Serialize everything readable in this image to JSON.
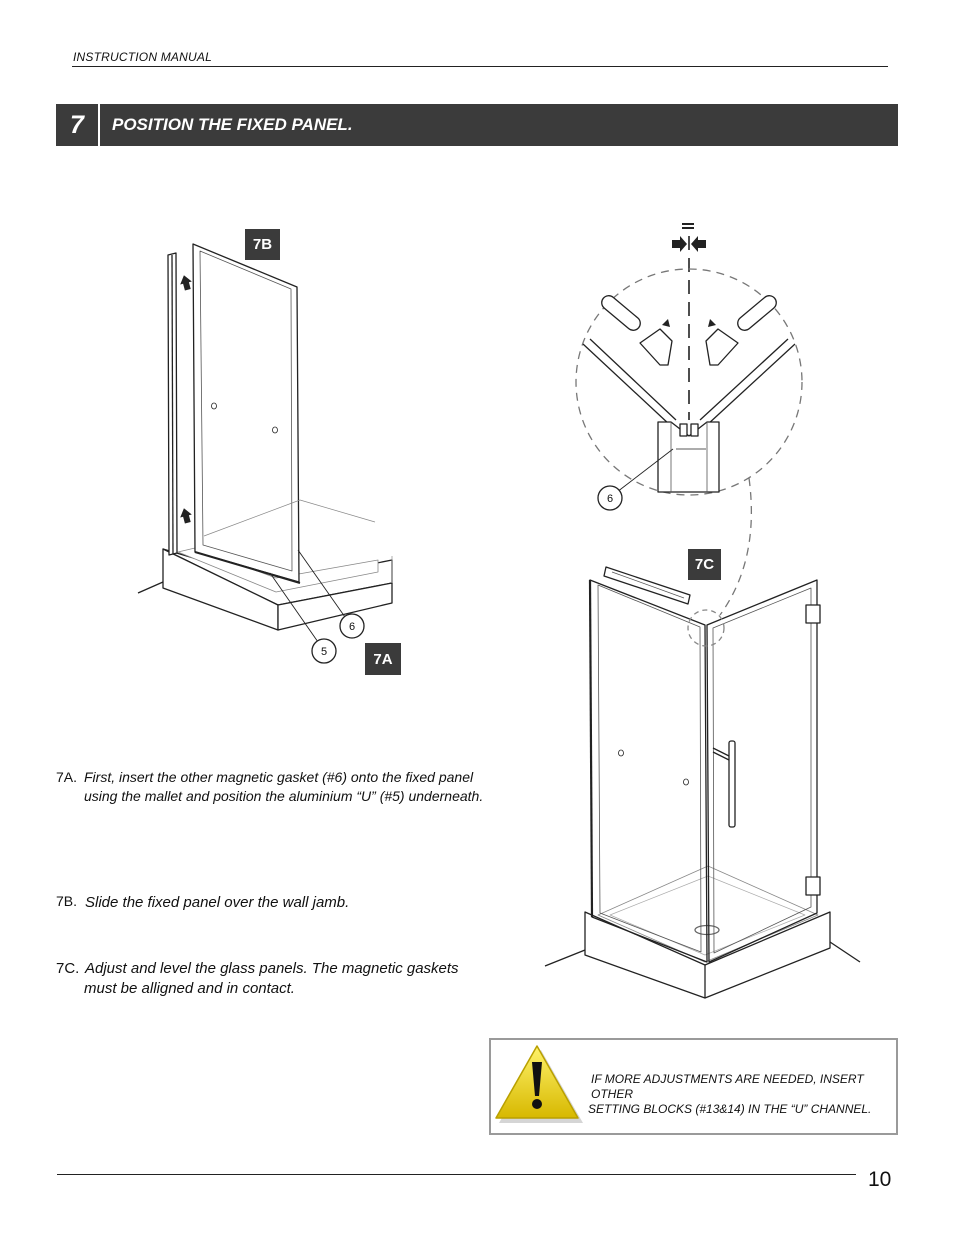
{
  "header": {
    "label": "INSTRUCTION MANUAL"
  },
  "step": {
    "number": "7",
    "title": "POSITION THE FIXED PANEL."
  },
  "badges": {
    "b7a": "7A",
    "b7b": "7B",
    "b7c": "7C"
  },
  "callouts": {
    "part6_left": "6",
    "part5": "5",
    "part6_detail": "6"
  },
  "instructions": [
    {
      "prefix": "7A.",
      "lines": [
        "First, insert the other magnetic gasket (#6) onto the fixed panel",
        "using the mallet and position the aluminium “U” (#5) underneath."
      ]
    },
    {
      "prefix": "7B.",
      "lines": [
        "Slide the fixed panel over the wall jamb."
      ]
    },
    {
      "prefix": "7C.",
      "lines": [
        "Adjust and level the glass panels.  The magnetic gaskets",
        "must be alligned and in contact."
      ]
    }
  ],
  "warning": {
    "lines": [
      "IF MORE ADJUSTMENTS ARE NEEDED, INSERT OTHER",
      "SETTING BLOCKS (#13&14) IN THE “U” CHANNEL."
    ],
    "icon": "warning-triangle-icon"
  },
  "footer": {
    "page_number": "10"
  }
}
